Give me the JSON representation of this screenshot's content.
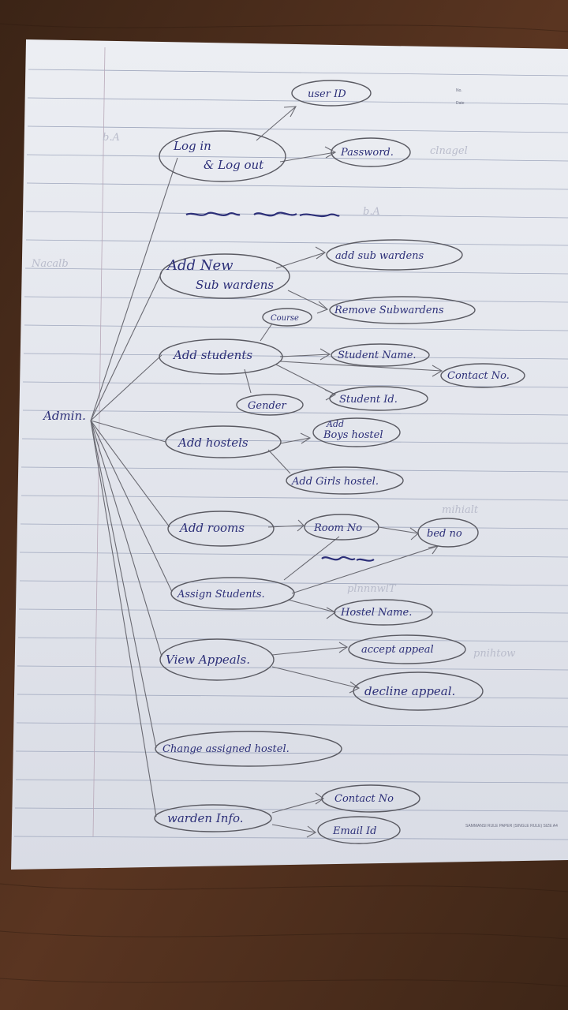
{
  "diagram": {
    "root": "Admin.",
    "paper_print": "SAMMANSI RULE PAPER (SINGLE RULE) SIZE A4",
    "paper_header": {
      "no": "No.",
      "date": "Date"
    },
    "nodes": {
      "login": {
        "line1": "Log in",
        "line2": "& Log out"
      },
      "user_id": "user ID",
      "password": "Password.",
      "add_new_sub_wardens": {
        "line1": "Add New",
        "line2": "Sub wardens"
      },
      "add_sub_wardens": "add sub wardens",
      "remove_subwardens": "Remove Subwardens",
      "course": "Course",
      "add_students": "Add students",
      "student_name": "Student Name.",
      "contact_no_student": "Contact No.",
      "gender": "Gender",
      "student_id": "Student Id.",
      "add_hostels": "Add hostels",
      "add_boys_hostel": {
        "line1": "Add",
        "line2": "Boys hostel"
      },
      "add_girls_hostel": "Add Girls hostel.",
      "add_rooms": "Add rooms",
      "room_no": "Room No",
      "bed_no": "bed no",
      "assign_students": "Assign Students.",
      "hostel_name": "Hostel Name.",
      "view_appeals": "View Appeals.",
      "accept_appeal": "accept appeal",
      "decline_appeal": "decline appeal.",
      "change_assigned_hostel": "Change assigned hostel.",
      "warden_info": "warden Info.",
      "contact_no_warden": "Contact No",
      "email_id": "Email Id"
    }
  }
}
